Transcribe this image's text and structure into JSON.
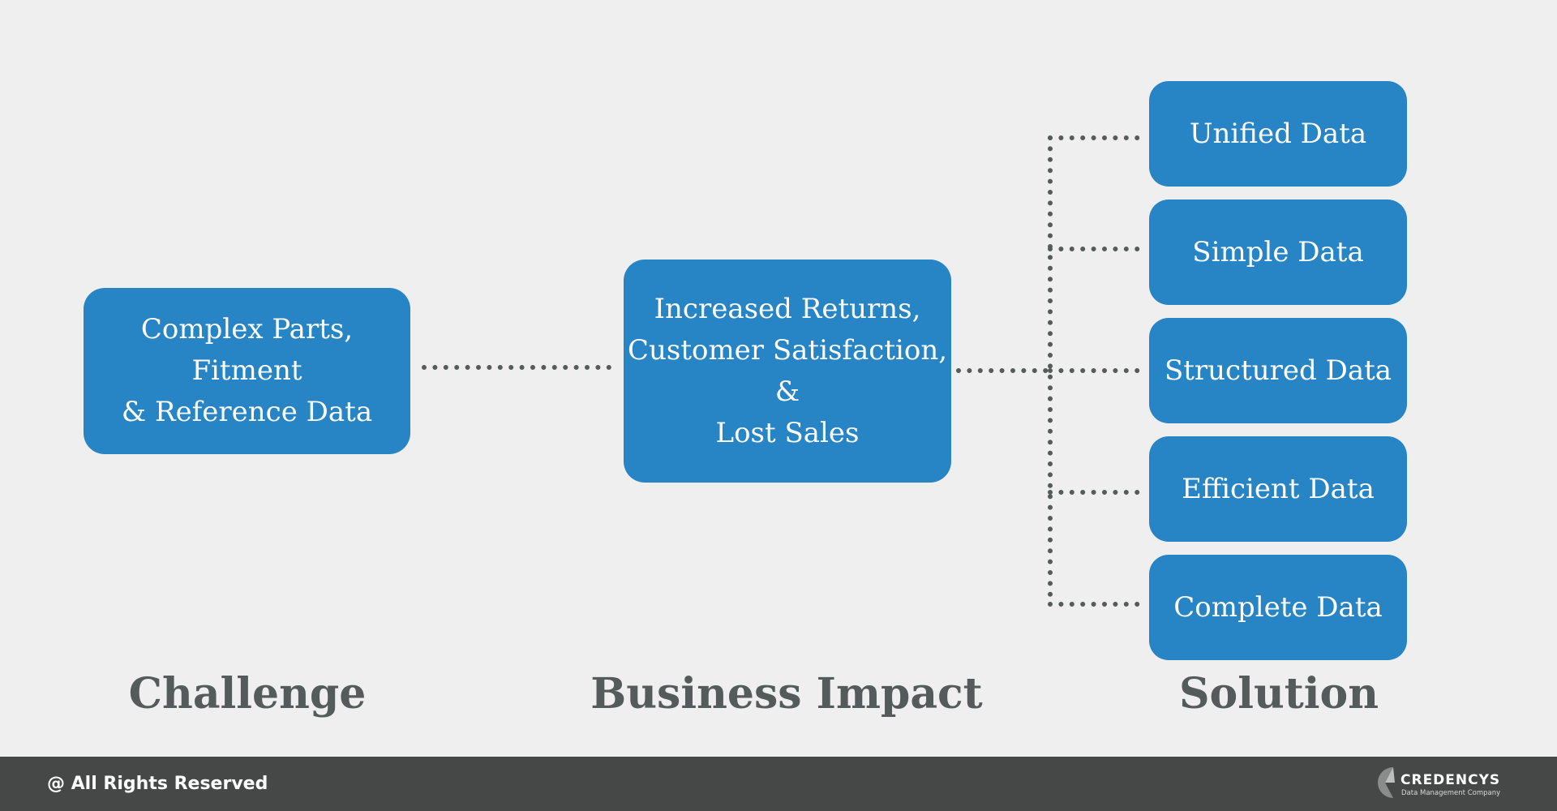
{
  "diagram": {
    "challenge": {
      "box_lines": [
        "Complex Parts, Fitment",
        "& Reference Data"
      ],
      "heading": "Challenge"
    },
    "impact": {
      "box_lines": [
        "Increased Returns,",
        "Customer Satisfaction, &",
        "Lost Sales"
      ],
      "heading": "Business Impact"
    },
    "solution": {
      "heading": "Solution",
      "items": [
        "Unified Data",
        "Simple Data",
        "Structured Data",
        "Efficient Data",
        "Complete Data"
      ]
    }
  },
  "footer": {
    "rights": "@ All Rights Reserved",
    "logo_name": "CREDENCYS",
    "logo_tagline": "Data Management Company"
  },
  "colors": {
    "background": "#efefef",
    "box": "#2784c5",
    "text_dark": "#555b5a",
    "footer": "#464848"
  }
}
